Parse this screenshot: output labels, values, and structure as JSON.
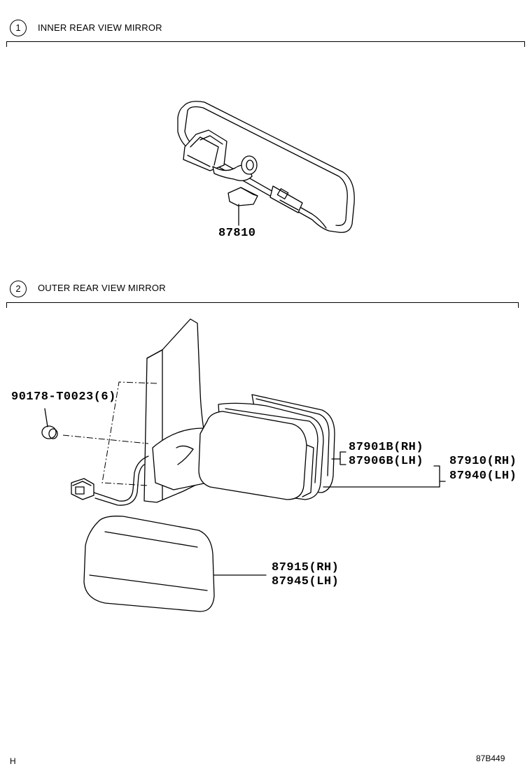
{
  "sections": [
    {
      "number": "1",
      "title": "INNER REAR VIEW MIRROR"
    },
    {
      "number": "2",
      "title": "OUTER REAR VIEW MIRROR"
    }
  ],
  "parts": {
    "inner_mirror": "87810",
    "clip": "90178-T0023(6)",
    "glass_rh": "87901B(RH)",
    "glass_lh": "87906B(LH)",
    "mirror_assy_rh": "87910(RH)",
    "mirror_assy_lh": "87940(LH)",
    "cover_rh": "87915(RH)",
    "cover_lh": "87945(LH)"
  },
  "footer": {
    "left": "H",
    "right": "87B449"
  }
}
